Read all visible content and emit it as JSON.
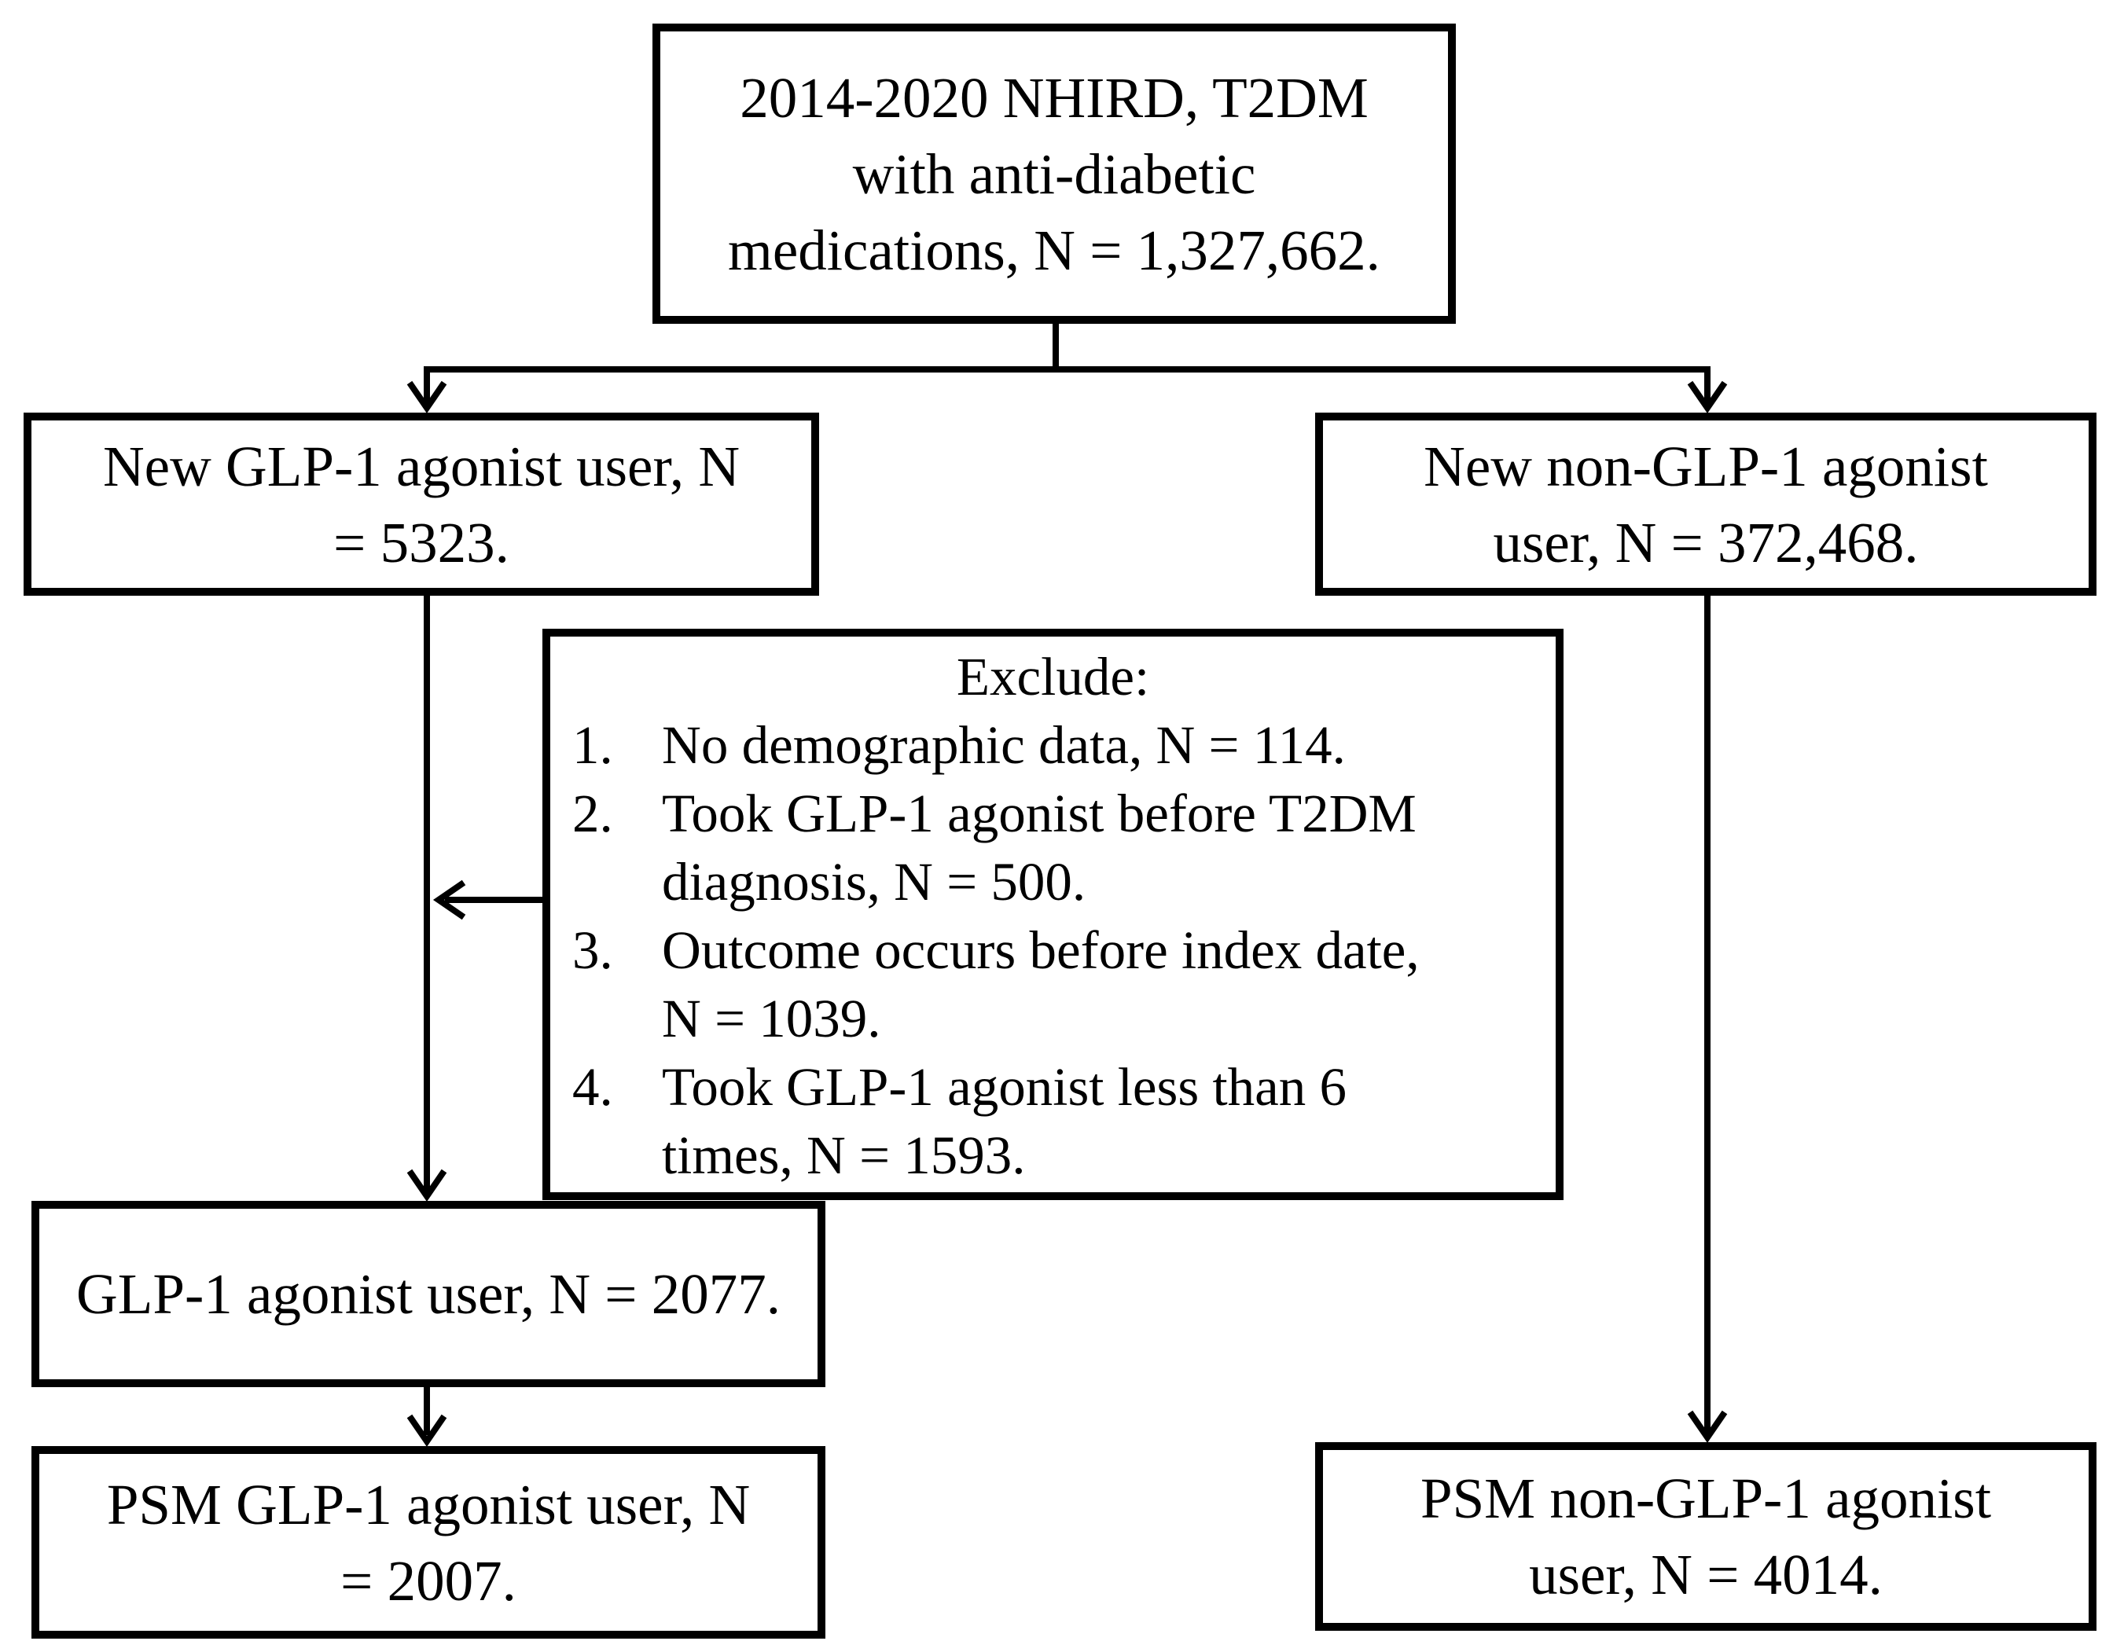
{
  "figure": {
    "description": "Patient selection flowchart",
    "colors": {
      "line": "#000000",
      "background": "#ffffff",
      "text": "#000000"
    },
    "boxes": {
      "source": {
        "text": "2014-2020 NHIRD, T2DM with anti-diabetic medications, N = 1,327,662.",
        "lines": [
          "2014-2020 NHIRD, T2DM",
          "with anti-diabetic",
          "medications, N = 1,327,662."
        ]
      },
      "new_glp1": {
        "text": "New GLP-1 agonist user, N = 5323.",
        "lines": [
          "New GLP-1 agonist user, N",
          "= 5323."
        ]
      },
      "new_non_glp1": {
        "text": "New non-GLP-1 agonist user, N = 372,468.",
        "lines": [
          "New non-GLP-1 agonist",
          "user, N = 372,468."
        ]
      },
      "exclude": {
        "title": "Exclude:",
        "items": [
          {
            "num": "1.",
            "lines": [
              "No demographic data, N = 114."
            ]
          },
          {
            "num": "2.",
            "lines": [
              "Took GLP-1 agonist before T2DM",
              "diagnosis, N = 500."
            ]
          },
          {
            "num": "3.",
            "lines": [
              "Outcome occurs before index date,",
              "N = 1039."
            ]
          },
          {
            "num": "4.",
            "lines": [
              "Took GLP-1 agonist less than 6",
              "times, N = 1593."
            ]
          }
        ]
      },
      "glp1_user": {
        "text": "GLP-1 agonist user, N = 2077.",
        "lines": [
          "GLP-1 agonist user, N = 2077."
        ]
      },
      "psm_glp1": {
        "text": "PSM GLP-1 agonist user, N = 2007.",
        "lines": [
          "PSM GLP-1 agonist user, N",
          "= 2007."
        ]
      },
      "psm_non_glp1": {
        "text": "PSM non-GLP-1 agonist user, N = 4014.",
        "lines": [
          "PSM non-GLP-1 agonist",
          "user, N = 4014."
        ]
      }
    }
  }
}
